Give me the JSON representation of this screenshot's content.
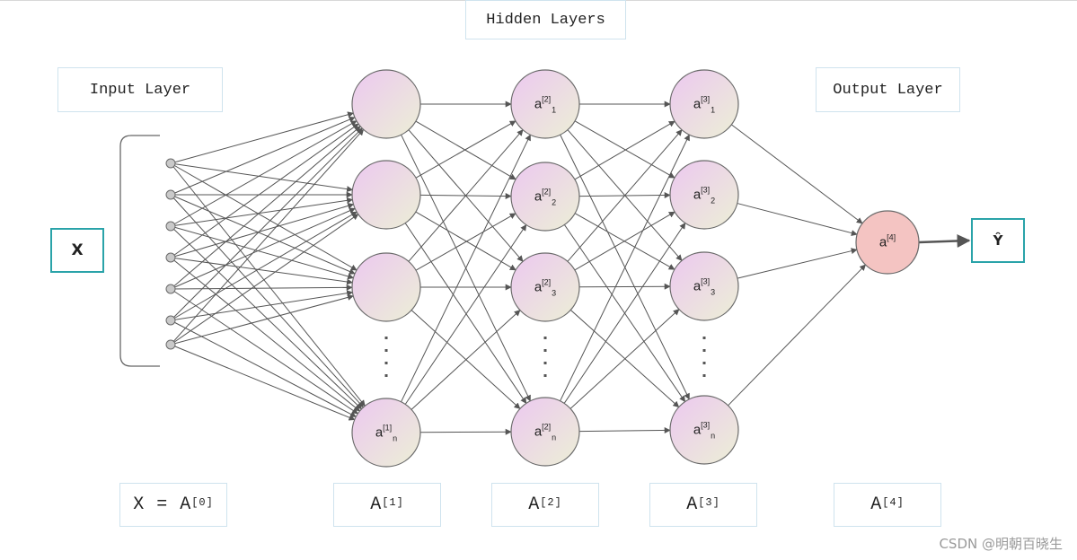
{
  "titles": {
    "hidden": "Hidden Layers",
    "input": "Input Layer",
    "output": "Output Layer"
  },
  "input_box": "X",
  "output_box": "Ŷ",
  "layer_matrices": [
    {
      "base": "X = A",
      "sup": "[0]"
    },
    {
      "base": "A",
      "sup": "[1]"
    },
    {
      "base": "A",
      "sup": "[2]"
    },
    {
      "base": "A",
      "sup": "[3]"
    },
    {
      "base": "A",
      "sup": "[4]"
    }
  ],
  "hidden_layers": [
    {
      "labels": [
        {
          "sup": "",
          "sub": ""
        },
        {
          "sup": "",
          "sub": ""
        },
        {
          "sup": "",
          "sub": ""
        },
        {
          "sup": "[1]",
          "sub": "n"
        }
      ]
    },
    {
      "labels": [
        {
          "sup": "[2]",
          "sub": "1"
        },
        {
          "sup": "[2]",
          "sub": "2"
        },
        {
          "sup": "[2]",
          "sub": "3"
        },
        {
          "sup": "[2]",
          "sub": "n"
        }
      ]
    },
    {
      "labels": [
        {
          "sup": "[3]",
          "sub": "1"
        },
        {
          "sup": "[3]",
          "sub": "2"
        },
        {
          "sup": "[3]",
          "sub": "3"
        },
        {
          "sup": "[3]",
          "sub": "n"
        }
      ]
    }
  ],
  "output_node": {
    "sup": "[4]"
  },
  "node_letter": "a",
  "input_count": 7,
  "colors": {
    "edge": "#555555",
    "node_stroke": "#6a6a6a",
    "node_fill_a": "#ecc8f0",
    "node_fill_b": "#ecefd6",
    "output_fill": "#f4c4c2",
    "teal": "#2aa3a9"
  },
  "watermark": "CSDN @明朝百晓生"
}
